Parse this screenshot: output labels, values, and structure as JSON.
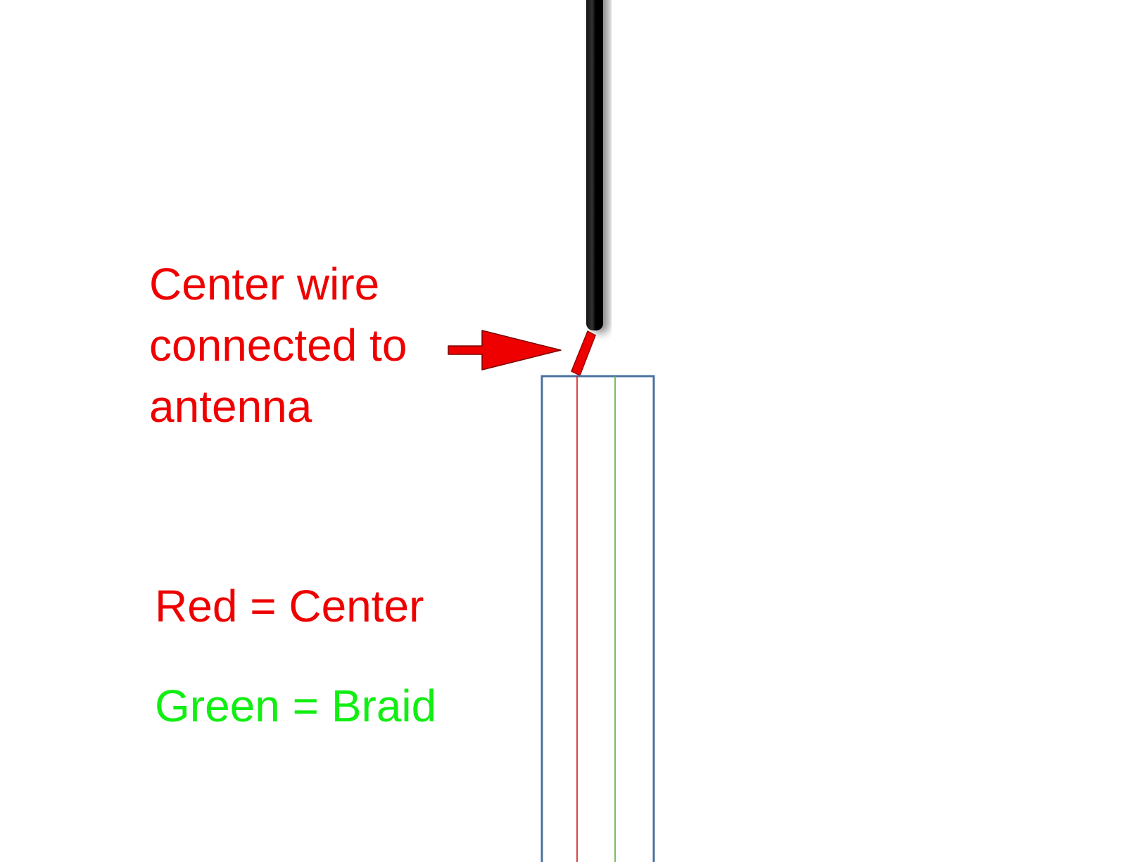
{
  "callout": {
    "lines": [
      "Center wire",
      "connected to",
      "antenna"
    ],
    "color": "#ee0000"
  },
  "legend": {
    "red": {
      "label": "Red = Center",
      "color": "#ee0000"
    },
    "green": {
      "label": "Green = Braid",
      "color": "#11ee11"
    }
  },
  "diagram": {
    "antenna_color": "#000000",
    "center_wire_color": "#ee0000",
    "braid_color": "#5aab3c",
    "cable_outline_color": "#4a72a0",
    "arrow_color": "#ee0000"
  }
}
